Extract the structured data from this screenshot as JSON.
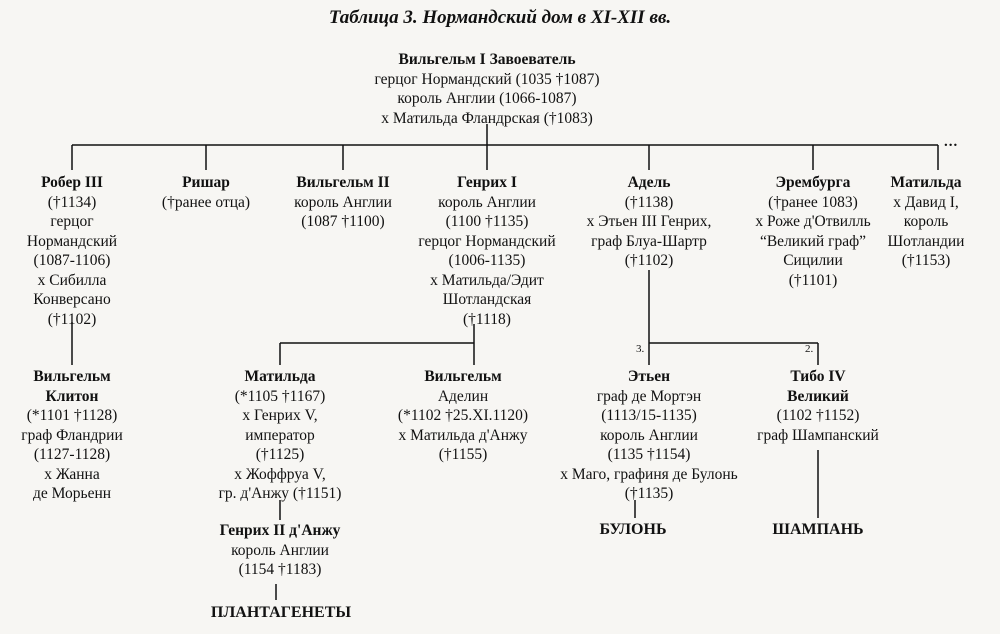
{
  "title": "Таблица 3. Нормандский дом в XI-XII вв.",
  "root": {
    "name": "Вильгельм I Завоеватель",
    "lines": [
      "герцог Нормандский (1035 †1087)",
      "король Англии (1066-1087)",
      "x Матильда Фландрская (†1083)"
    ]
  },
  "gen2": [
    {
      "name": "Робер III",
      "lines": [
        "(†1134)",
        "герцог",
        "Нормандский",
        "(1087-1106)",
        "x Сибилла",
        "Конверсано",
        "(†1102)"
      ]
    },
    {
      "name": "Ришар",
      "lines": [
        "(†ранее отца)"
      ]
    },
    {
      "name": "Вильгельм II",
      "lines": [
        "король Англии",
        "(1087 †1100)"
      ]
    },
    {
      "name": "Генрих I",
      "lines": [
        "король Англии",
        "(1100 †1135)",
        "герцог Нормандский",
        "(1006-1135)",
        "x Матильда/Эдит",
        "Шотландская",
        "(†1118)"
      ]
    },
    {
      "name": "Адель",
      "lines": [
        "(†1138)",
        "x Этьен III Генрих,",
        "граф Блуа-Шартр",
        "(†1102)"
      ]
    },
    {
      "name": "Эрембурга",
      "lines": [
        "(†ранее 1083)",
        "x Роже д'Отвилль",
        "“Великий граф”",
        "Сицилии",
        "(†1101)"
      ]
    },
    {
      "name": "Матильда",
      "lines": [
        "x Давид I,",
        "король",
        "Шотландии",
        "(†1153)"
      ]
    }
  ],
  "ellipsis": "...",
  "gen3": [
    {
      "name": "Вильгельм",
      "lines": [
        "Клитон",
        "(*1101 †1128)",
        "граф Фландрии",
        "(1127-1128)",
        "x Жанна",
        "де Морьенн"
      ],
      "bold_lines": 1
    },
    {
      "name": "Матильда",
      "lines": [
        "(*1105 †1167)",
        "x Генрих V,",
        "император",
        "(†1125)",
        "x Жоффруа V,",
        "гр. д'Анжу (†1151)"
      ],
      "bold_lines": 0
    },
    {
      "name": "Вильгельм",
      "lines": [
        "Аделин",
        "(*1102 †25.XI.1120)",
        "x Матильда д'Анжу",
        "(†1155)"
      ],
      "bold_lines": 0
    },
    {
      "name": "Этьен",
      "lines": [
        "граф де Мортэн",
        "(1113/15-1135)",
        "король Англии",
        "(1135 †1154)",
        "x Маго, графиня де Булонь",
        "(†1135)"
      ],
      "bold_lines": 0
    },
    {
      "name": "Тибо IV",
      "lines": [
        "Великий",
        "(1102 †1152)",
        "граф Шампанский"
      ],
      "bold_lines": 1
    }
  ],
  "order_marks": [
    "3.",
    "2."
  ],
  "gen4": {
    "name": "Генрих II д'Анжу",
    "lines": [
      "король Англии",
      "(1154 †1183)"
    ]
  },
  "houses": [
    "ПЛАНТАГЕНЕТЫ",
    "БУЛОНЬ",
    "ШАМПАНЬ"
  ]
}
